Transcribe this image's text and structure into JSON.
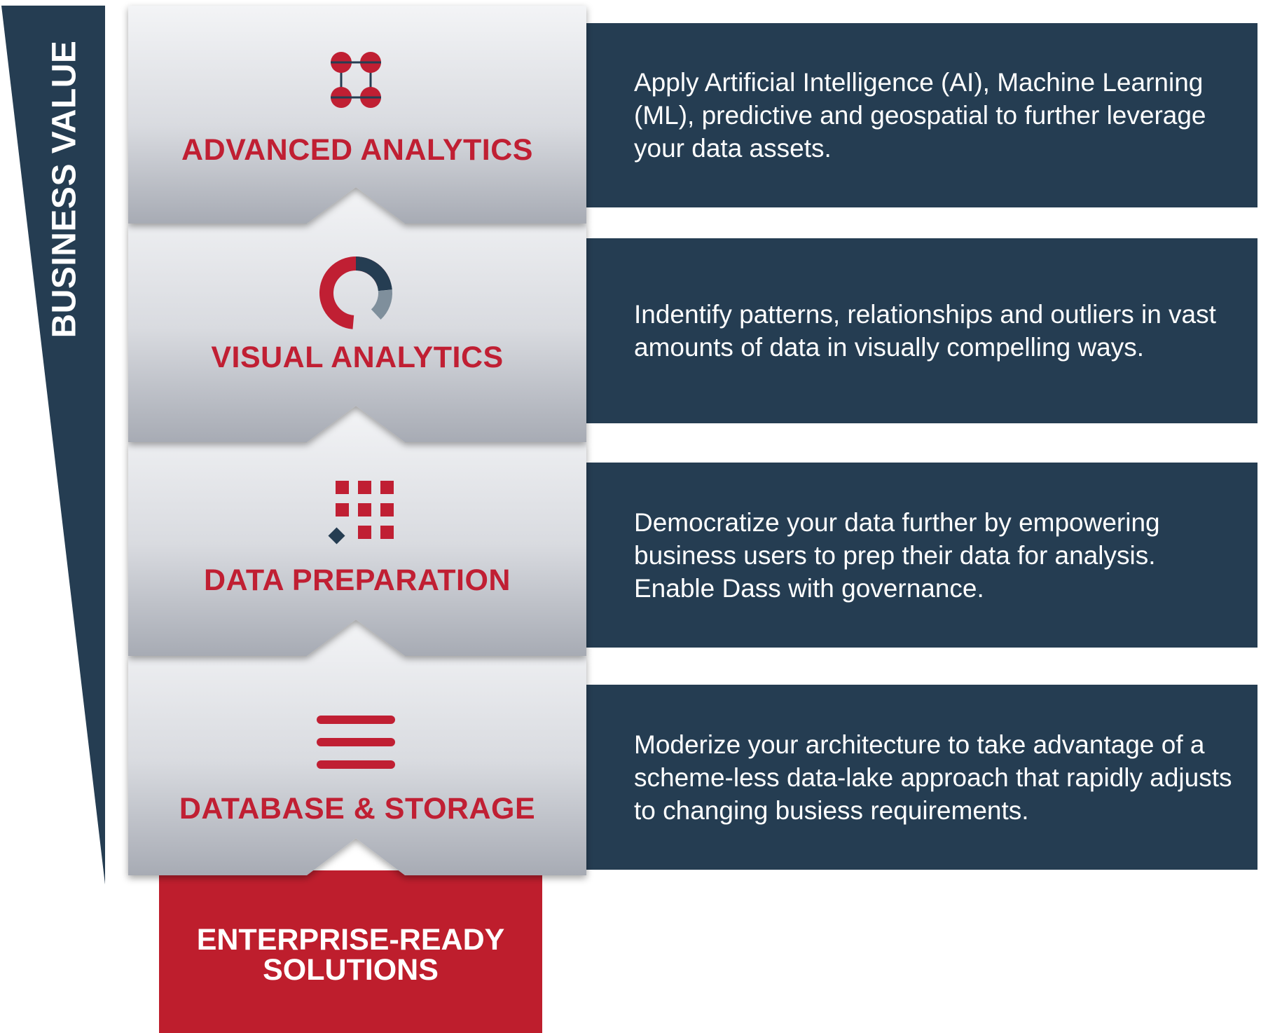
{
  "axis": {
    "label": "BUSINESS VALUE",
    "color": "#253d52"
  },
  "layers": [
    {
      "title": "ADVANCED ANALYTICS",
      "icon": "nodes-square-icon",
      "description": "Apply Artificial Intelligence (AI), Machine Learning (ML), predictive and geospatial to further leverage your data assets."
    },
    {
      "title": "VISUAL ANALYTICS",
      "icon": "donut-chart-icon",
      "description": "Indentify patterns, relationships and outliers in vast amounts of data in visually compelling ways."
    },
    {
      "title": "DATA PREPARATION",
      "icon": "grid-diamond-icon",
      "description": "Democratize your data further by empowering business users to prep their data for analysis. Enable Dass with governance."
    },
    {
      "title": "DATABASE & STORAGE",
      "icon": "stacked-bars-icon",
      "description": "Moderize your architecture to take advantage of a scheme-less data-lake approach that rapidly adjusts to changing busiess requirements."
    }
  ],
  "foundation": {
    "line1": "ENTERPRISE-READY",
    "line2": "SOLUTIONS"
  },
  "colors": {
    "accent_red": "#c01f33",
    "navy": "#253d52",
    "slate": "#7f8f9c",
    "card_top": "#eeeff2",
    "card_bottom": "#a9adb6"
  }
}
